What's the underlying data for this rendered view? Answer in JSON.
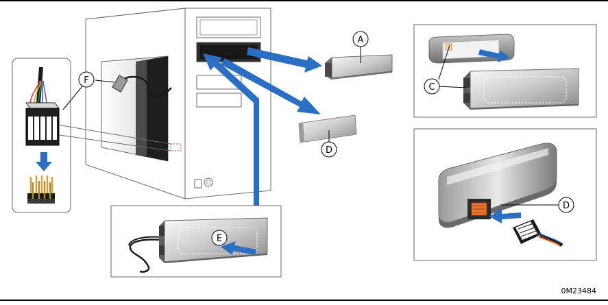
{
  "figure_id": "0M23484",
  "callouts": {
    "a": "A",
    "b": "C",
    "c": "D",
    "d": "D",
    "e": "E",
    "f": "F"
  },
  "colors": {
    "arrow": "#2a6fc4",
    "frame": "#6a6a6a",
    "case_fill": "#ffffff",
    "bay_dark": "#2b2b2b",
    "connector_orange": "#e8742a",
    "pin_gold": "#c9a23a"
  }
}
